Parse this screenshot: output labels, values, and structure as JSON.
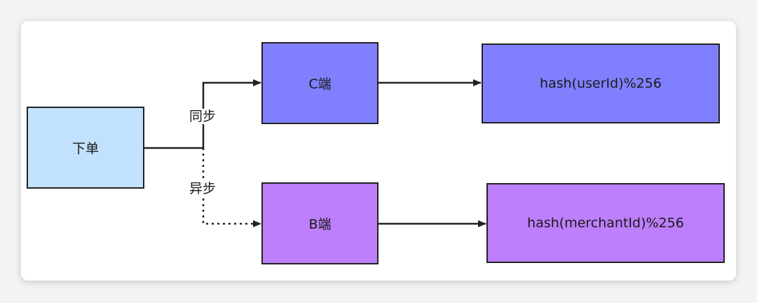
{
  "diagram": {
    "nodes": {
      "order": {
        "label": "下单",
        "color": "#c2e1fd"
      },
      "c_end": {
        "label": "C端",
        "color": "#8080ff"
      },
      "b_end": {
        "label": "B端",
        "color": "#bd7ffb"
      },
      "c_hash": {
        "label": "hash(userId)%256",
        "color": "#8080ff"
      },
      "b_hash": {
        "label": "hash(merchantId)%256",
        "color": "#bd7ffb"
      }
    },
    "edges": {
      "sync_label": "同步",
      "async_label": "异步"
    },
    "colors": {
      "stroke": "#222222",
      "background": "#ffffff"
    }
  }
}
